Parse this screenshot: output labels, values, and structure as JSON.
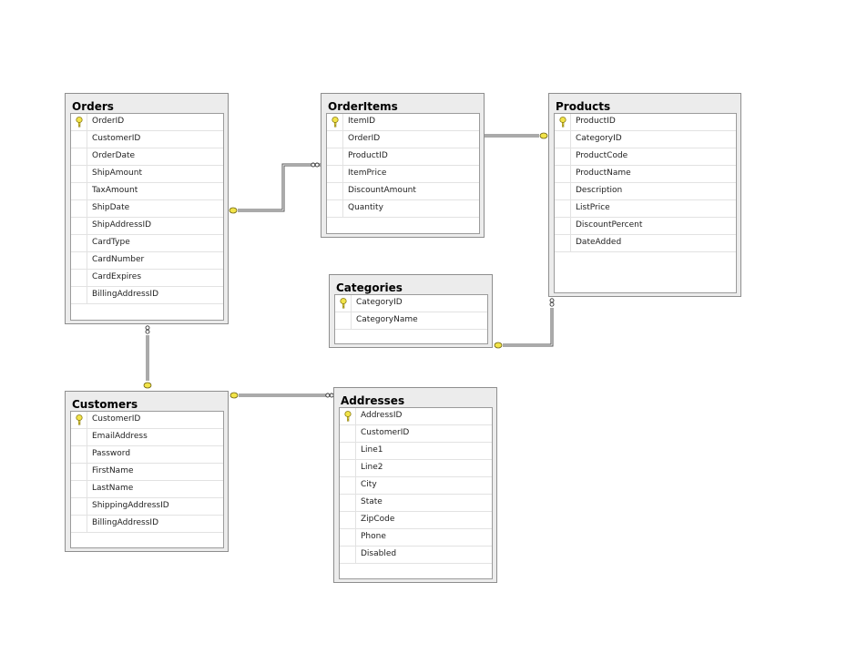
{
  "tables": {
    "orders": {
      "name": "Orders",
      "columns": [
        "OrderID",
        "CustomerID",
        "OrderDate",
        "ShipAmount",
        "TaxAmount",
        "ShipDate",
        "ShipAddressID",
        "CardType",
        "CardNumber",
        "CardExpires",
        "BillingAddressID"
      ],
      "primary_key": "OrderID"
    },
    "orderitems": {
      "name": "OrderItems",
      "columns": [
        "ItemID",
        "OrderID",
        "ProductID",
        "ItemPrice",
        "DiscountAmount",
        "Quantity"
      ],
      "primary_key": "ItemID"
    },
    "products": {
      "name": "Products",
      "columns": [
        "ProductID",
        "CategoryID",
        "ProductCode",
        "ProductName",
        "Description",
        "ListPrice",
        "DiscountPercent",
        "DateAdded"
      ],
      "primary_key": "ProductID"
    },
    "categories": {
      "name": "Categories",
      "columns": [
        "CategoryID",
        "CategoryName"
      ],
      "primary_key": "CategoryID"
    },
    "customers": {
      "name": "Customers",
      "columns": [
        "CustomerID",
        "EmailAddress",
        "Password",
        "FirstName",
        "LastName",
        "ShippingAddressID",
        "BillingAddressID"
      ],
      "primary_key": "CustomerID"
    },
    "addresses": {
      "name": "Addresses",
      "columns": [
        "AddressID",
        "CustomerID",
        "Line1",
        "Line2",
        "City",
        "State",
        "ZipCode",
        "Phone",
        "Disabled"
      ],
      "primary_key": "AddressID"
    }
  },
  "relationships": [
    {
      "from": "OrderItems",
      "to": "Orders"
    },
    {
      "from": "OrderItems",
      "to": "Products"
    },
    {
      "from": "Products",
      "to": "Categories"
    },
    {
      "from": "Orders",
      "to": "Customers"
    },
    {
      "from": "Addresses",
      "to": "Customers"
    }
  ],
  "colors": {
    "key_icon": "#f2e44a",
    "relationship_line": "#555555",
    "table_background": "#ececec"
  }
}
